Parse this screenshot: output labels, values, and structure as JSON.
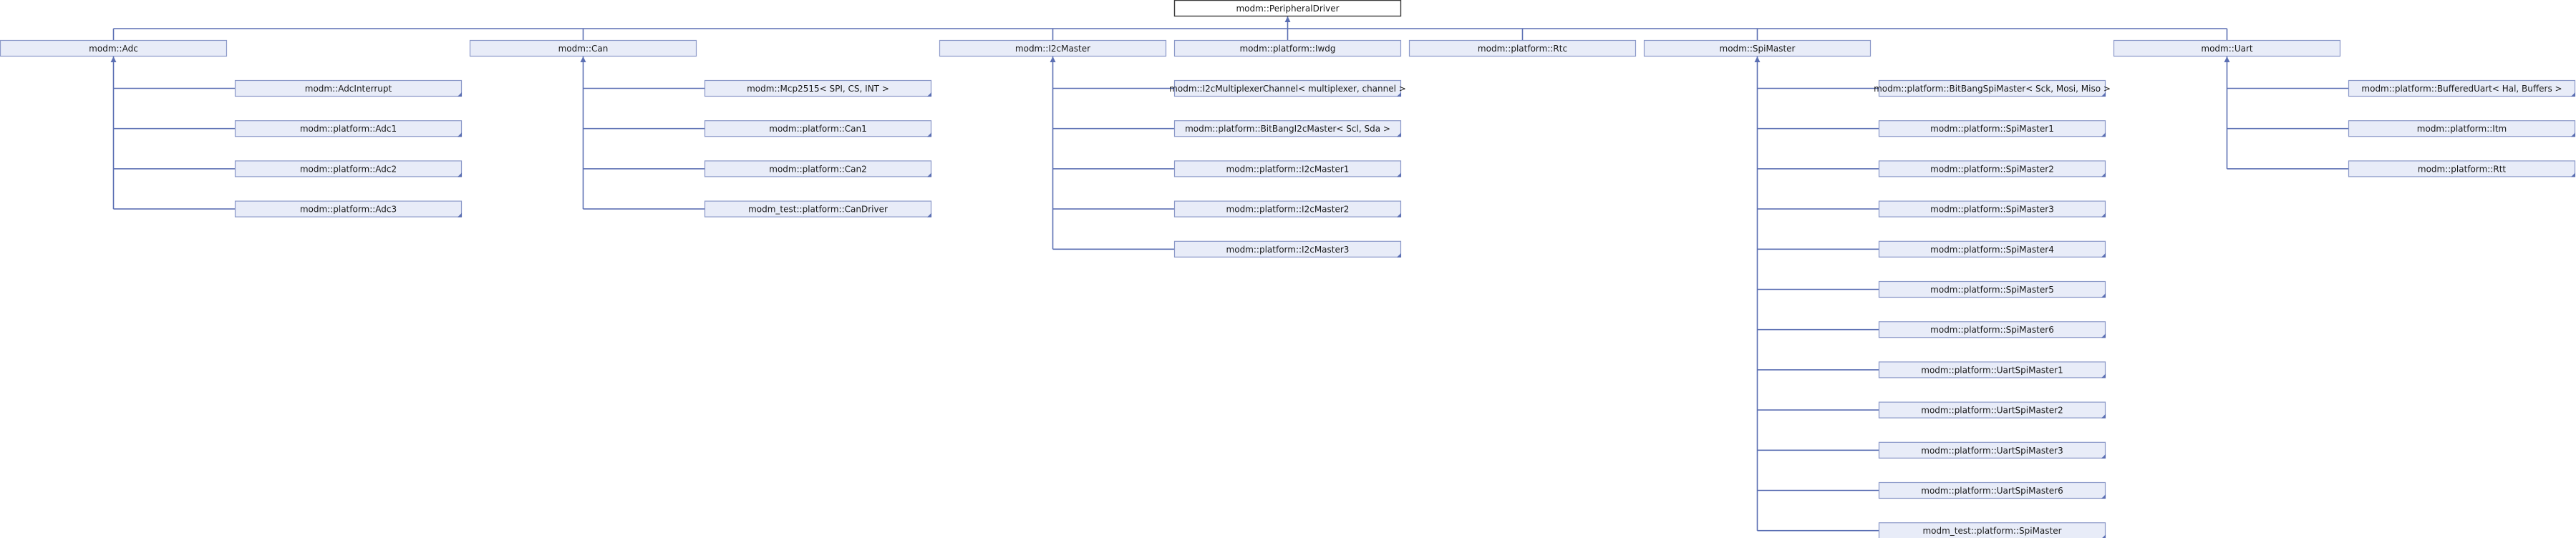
{
  "colors": {
    "edge": "#5b6fb3",
    "node_fill": "#e8ecf8",
    "node_stroke": "#8a98c8",
    "root_fill": "#ffffff",
    "root_stroke": "#3a3a3a"
  },
  "diagram": {
    "root": "modm::PeripheralDriver",
    "middle": [
      {
        "label": "modm::Adc",
        "children": [
          "modm::AdcInterrupt",
          "modm::platform::Adc1",
          "modm::platform::Adc2",
          "modm::platform::Adc3"
        ]
      },
      {
        "label": "modm::Can",
        "children": [
          "modm::Mcp2515< SPI, CS, INT >",
          "modm::platform::Can1",
          "modm::platform::Can2",
          "modm_test::platform::CanDriver"
        ]
      },
      {
        "label": "modm::I2cMaster",
        "children": [
          "modm::I2cMultiplexerChannel< multiplexer, channel >",
          "modm::platform::BitBangI2cMaster< Scl, Sda >",
          "modm::platform::I2cMaster1",
          "modm::platform::I2cMaster2",
          "modm::platform::I2cMaster3"
        ]
      },
      {
        "label": "modm::platform::Iwdg",
        "children": []
      },
      {
        "label": "modm::platform::Rtc",
        "children": []
      },
      {
        "label": "modm::SpiMaster",
        "children": [
          "modm::platform::BitBangSpiMaster< Sck, Mosi, Miso >",
          "modm::platform::SpiMaster1",
          "modm::platform::SpiMaster2",
          "modm::platform::SpiMaster3",
          "modm::platform::SpiMaster4",
          "modm::platform::SpiMaster5",
          "modm::platform::SpiMaster6",
          "modm::platform::UartSpiMaster1",
          "modm::platform::UartSpiMaster2",
          "modm::platform::UartSpiMaster3",
          "modm::platform::UartSpiMaster6",
          "modm_test::platform::SpiMaster"
        ]
      },
      {
        "label": "modm::Uart",
        "children": [
          "modm::platform::BufferedUart< Hal, Buffers >",
          "modm::platform::Itm",
          "modm::platform::Rtt"
        ]
      }
    ]
  }
}
